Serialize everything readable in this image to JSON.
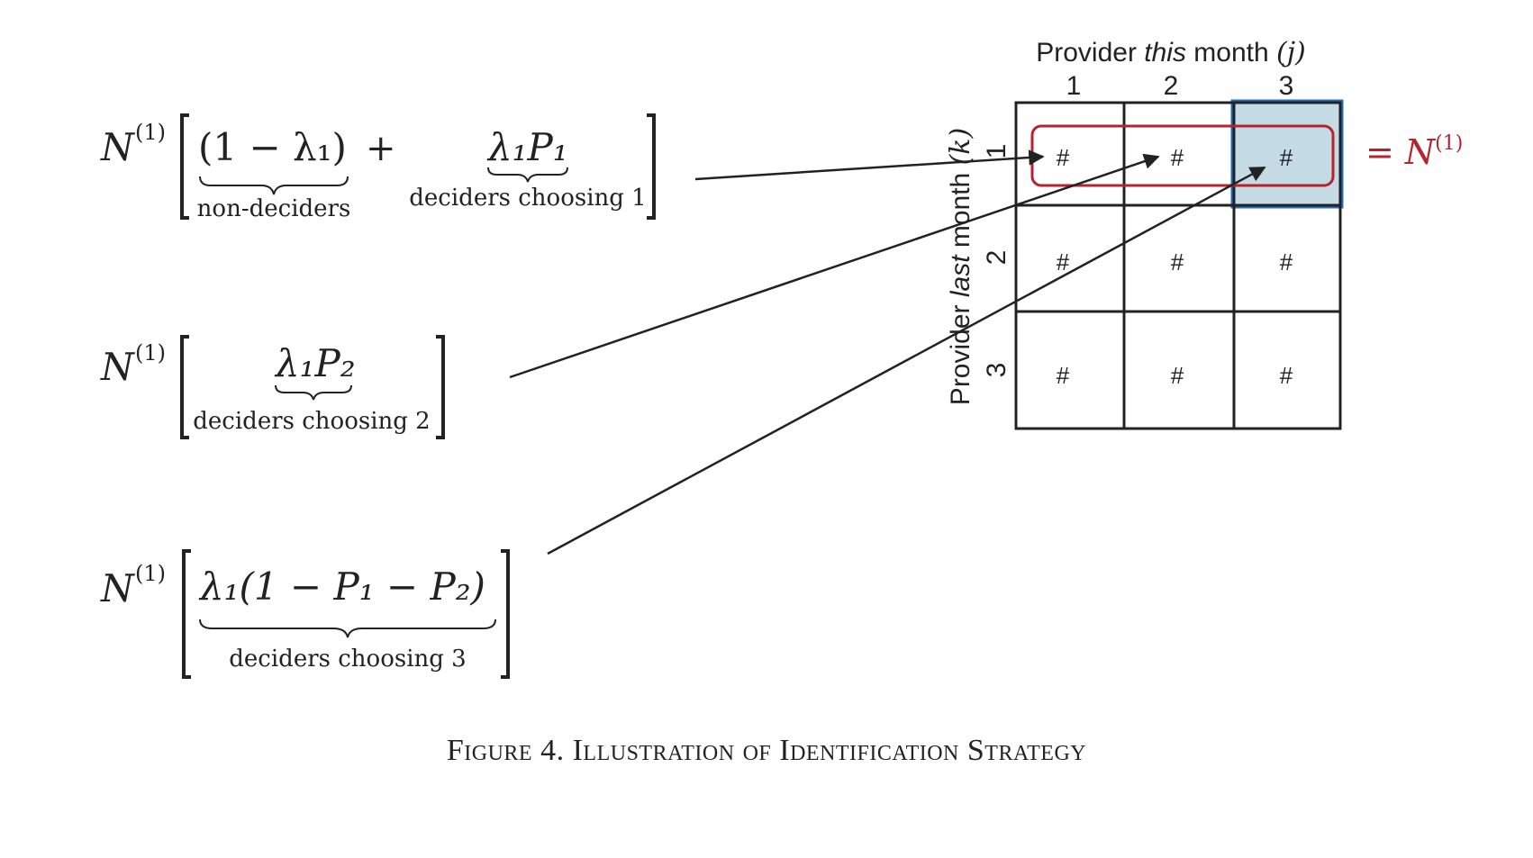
{
  "caption": "Figure 4. Illustration of Identification Strategy",
  "matrix": {
    "column_title_prefix": "Provider ",
    "column_title_emph": "this",
    "column_title_suffix": " month ",
    "column_title_var": "(j)",
    "row_title_prefix": "Provider ",
    "row_title_emph": "last",
    "row_title_suffix": " month ",
    "row_title_var": "(k)",
    "column_labels": [
      "1",
      "2",
      "3"
    ],
    "row_labels": [
      "1",
      "2",
      "3"
    ],
    "cells": [
      [
        "#",
        "#",
        "#"
      ],
      [
        "#",
        "#",
        "#"
      ],
      [
        "#",
        "#",
        "#"
      ]
    ],
    "row_sum_label": "= N",
    "row_sum_sup": "(1)",
    "highlight_column": 3,
    "highlight_row": 1,
    "colors": {
      "row_outline": "#b5232f",
      "column_fill": "#c4dbe5",
      "column_outline": "#1f6fbf"
    }
  },
  "equations": [
    {
      "N": "N",
      "sup": "(1)",
      "terms": [
        {
          "expr": "(1 − λ₁)",
          "brace_label": "non-deciders"
        },
        {
          "op": "+"
        },
        {
          "expr": "λ₁P₁",
          "brace_label": "deciders choosing 1"
        }
      ]
    },
    {
      "N": "N",
      "sup": "(1)",
      "terms": [
        {
          "expr": "λ₁P₂",
          "brace_label": "deciders choosing 2"
        }
      ]
    },
    {
      "N": "N",
      "sup": "(1)",
      "terms": [
        {
          "expr": "λ₁(1 − P₁ − P₂)",
          "brace_label": "deciders choosing 3"
        }
      ]
    }
  ]
}
